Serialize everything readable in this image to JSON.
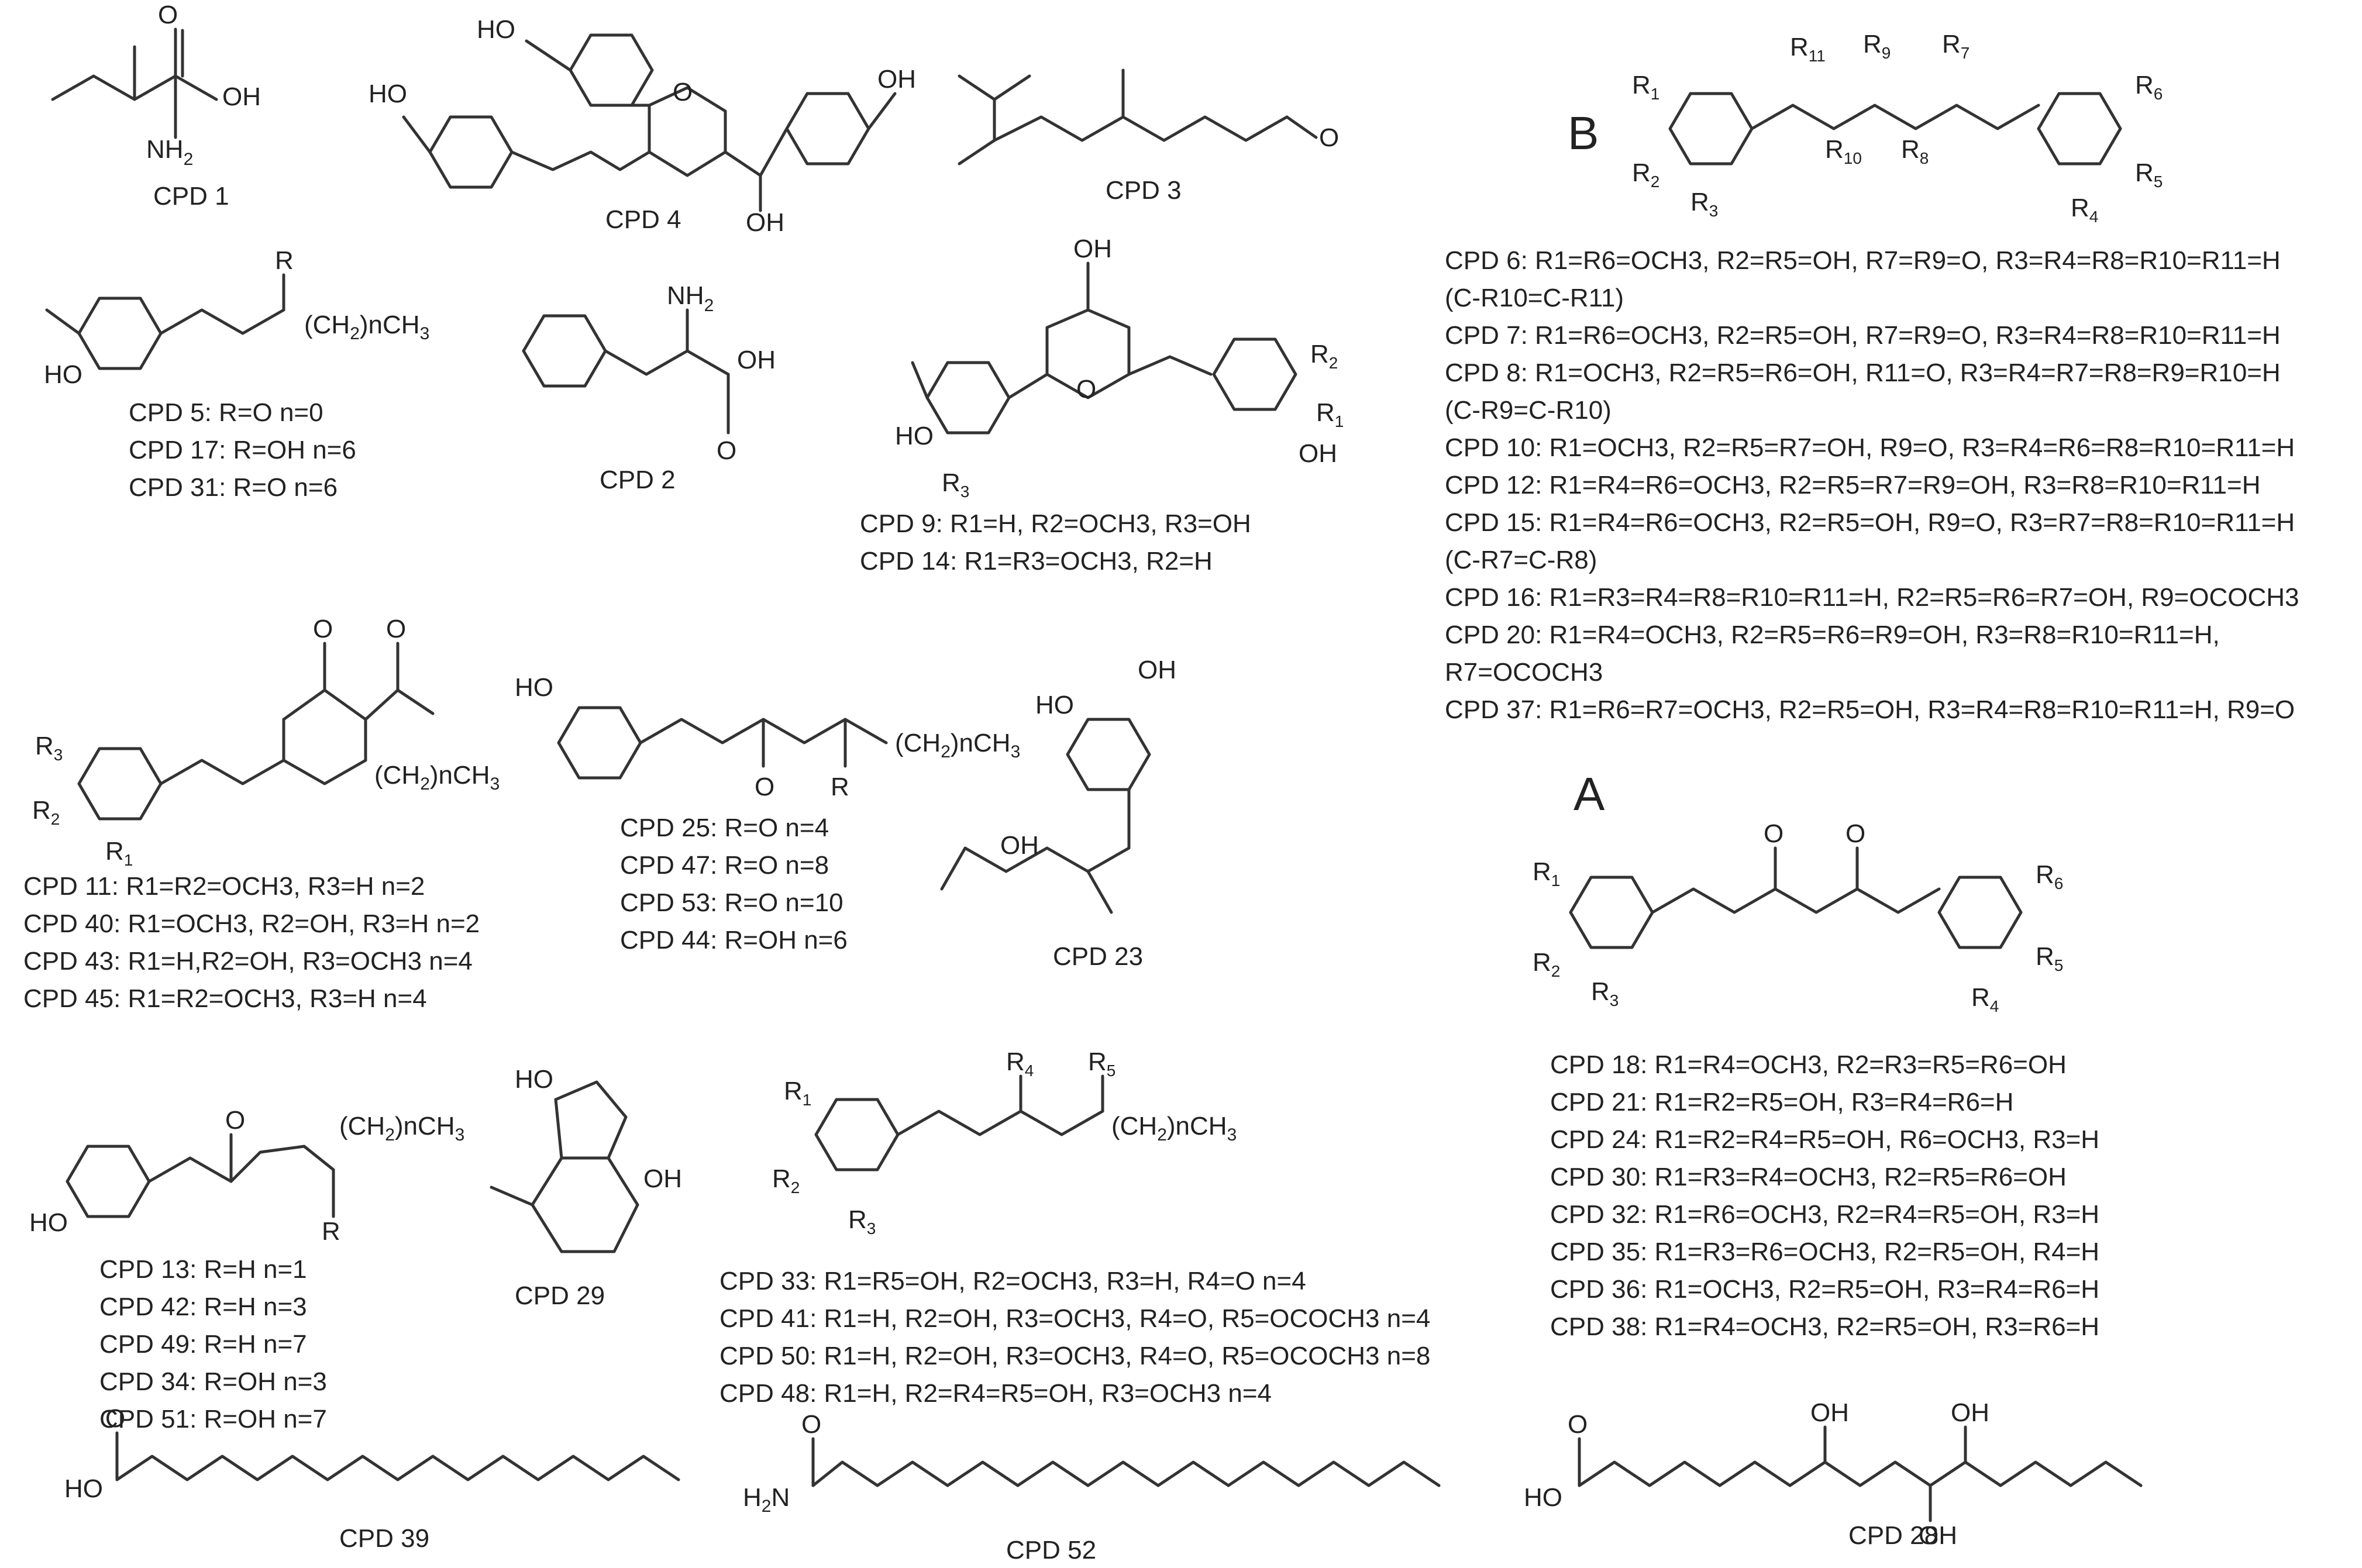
{
  "compound_labels": {
    "cpd1": "CPD 1",
    "cpd2": "CPD 2",
    "cpd3": "CPD 3",
    "cpd4": "CPD 4",
    "cpd23": "CPD 23",
    "cpd29": "CPD 29",
    "cpd39": "CPD 39",
    "cpd52": "CPD 52",
    "cpd28": "CPD 28"
  },
  "section_labels": {
    "a": "A",
    "b": "B"
  },
  "atoms": {
    "oh": "OH",
    "ho": "HO",
    "o": "O",
    "nh2": "NH",
    "nh2_sub": "2",
    "h2n": "H",
    "h2n_n": "N",
    "r": "R",
    "chain": "(CH",
    "chain_sub": "2",
    "chain_tail": ")nCH",
    "chain_sub3": "3"
  },
  "series_5": [
    "CPD 5: R=O n=0",
    "CPD 17: R=OH n=6",
    "CPD 31: R=O n=6"
  ],
  "series_9": [
    "CPD 9: R1=H, R2=OCH3, R3=OH",
    "CPD 14: R1=R3=OCH3, R2=H"
  ],
  "series_11": [
    "CPD 11: R1=R2=OCH3, R3=H  n=2",
    "CPD 40: R1=OCH3, R2=OH, R3=H  n=2",
    "CPD 43: R1=H,R2=OH, R3=OCH3  n=4",
    "CPD 45: R1=R2=OCH3, R3=H  n=4"
  ],
  "series_25": [
    "CPD 25: R=O n=4",
    "CPD 47: R=O n=8",
    "CPD 53: R=O n=10",
    "CPD 44: R=OH n=6"
  ],
  "series_13": [
    "CPD 13: R=H n=1",
    "CPD 42: R=H n=3",
    "CPD 49: R=H n=7",
    "CPD 34: R=OH n=3",
    "CPD 51: R=OH n=7"
  ],
  "series_33": [
    "CPD 33: R1=R5=OH, R2=OCH3, R3=H, R4=O n=4",
    "CPD 41: R1=H, R2=OH, R3=OCH3, R4=O, R5=OCOCH3 n=4",
    "CPD 50: R1=H, R2=OH, R3=OCH3, R4=O, R5=OCOCH3 n=8",
    "CPD 48: R1=H, R2=R4=R5=OH, R3=OCH3 n=4"
  ],
  "series_B": [
    "CPD 6: R1=R6=OCH3, R2=R5=OH, R7=R9=O, R3=R4=R8=R10=R11=H",
    "(C-R10=C-R11)",
    "CPD 7: R1=R6=OCH3, R2=R5=OH, R7=R9=O, R3=R4=R8=R10=R11=H",
    "CPD 8: R1=OCH3, R2=R5=R6=OH, R11=O, R3=R4=R7=R8=R9=R10=H",
    "(C-R9=C-R10)",
    "CPD 10: R1=OCH3, R2=R5=R7=OH, R9=O, R3=R4=R6=R8=R10=R11=H",
    "CPD 12: R1=R4=R6=OCH3, R2=R5=R7=R9=OH, R3=R8=R10=R11=H",
    "CPD 15: R1=R4=R6=OCH3, R2=R5=OH, R9=O, R3=R7=R8=R10=R11=H",
    "(C-R7=C-R8)",
    "CPD 16: R1=R3=R4=R8=R10=R11=H, R2=R5=R6=R7=OH, R9=OCOCH3",
    "CPD 20: R1=R4=OCH3, R2=R5=R6=R9=OH, R3=R8=R10=R11=H,",
    "R7=OCOCH3",
    "CPD 37: R1=R6=R7=OCH3, R2=R5=OH, R3=R4=R8=R10=R11=H, R9=O"
  ],
  "series_A": [
    "CPD 18: R1=R4=OCH3, R2=R3=R5=R6=OH",
    "CPD 21: R1=R2=R5=OH, R3=R4=R6=H",
    "CPD 24: R1=R2=R4=R5=OH, R6=OCH3, R3=H",
    "CPD 30: R1=R3=R4=OCH3, R2=R5=R6=OH",
    "CPD 32: R1=R6=OCH3, R2=R4=R5=OH, R3=H",
    "CPD 35: R1=R3=R6=OCH3, R2=R5=OH, R4=H",
    "CPD 36: R1=OCH3, R2=R5=OH, R3=R4=R6=H",
    "CPD 38: R1=R4=OCH3, R2=R5=OH, R3=R6=H"
  ]
}
